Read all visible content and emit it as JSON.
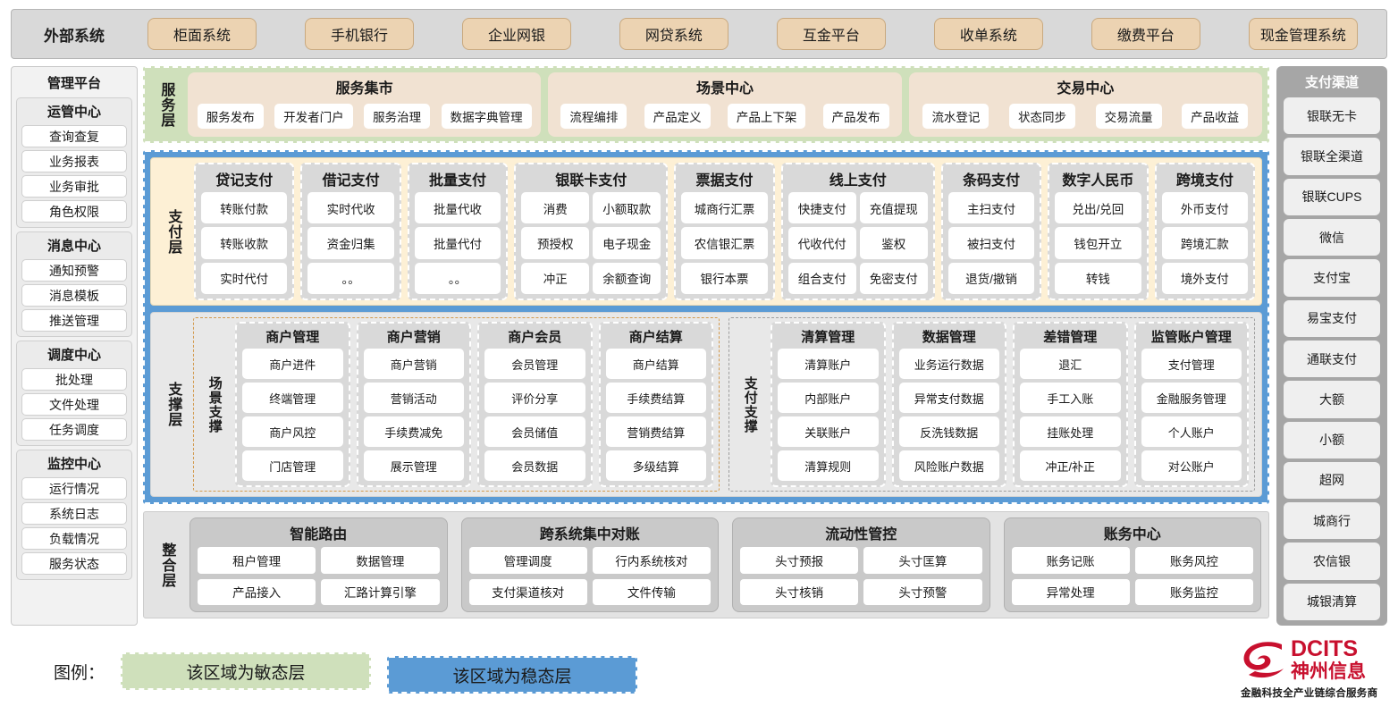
{
  "external_systems": {
    "title": "外部系统",
    "items": [
      "柜面系统",
      "手机银行",
      "企业网银",
      "网贷系统",
      "互金平台",
      "收单系统",
      "缴费平台",
      "现金管理系统"
    ]
  },
  "management_platform": {
    "title": "管理平台",
    "groups": [
      {
        "title": "运管中心",
        "items": [
          "查询查复",
          "业务报表",
          "业务审批",
          "角色权限"
        ]
      },
      {
        "title": "消息中心",
        "items": [
          "通知预警",
          "消息模板",
          "推送管理"
        ]
      },
      {
        "title": "调度中心",
        "items": [
          "批处理",
          "文件处理",
          "任务调度"
        ]
      },
      {
        "title": "监控中心",
        "items": [
          "运行情况",
          "系统日志",
          "负载情况",
          "服务状态"
        ]
      }
    ]
  },
  "service_layer": {
    "label": "服务层",
    "cards": [
      {
        "title": "服务集市",
        "items": [
          "服务发布",
          "开发者门户",
          "服务治理",
          "数据字典管理"
        ]
      },
      {
        "title": "场景中心",
        "items": [
          "流程编排",
          "产品定义",
          "产品上下架",
          "产品发布"
        ]
      },
      {
        "title": "交易中心",
        "items": [
          "流水登记",
          "状态同步",
          "交易流量",
          "产品收益"
        ]
      }
    ]
  },
  "payment_layer": {
    "label": "支付层",
    "groups": [
      {
        "title": "贷记支付",
        "cols": 1,
        "items": [
          "转账付款",
          "转账收款",
          "实时代付"
        ]
      },
      {
        "title": "借记支付",
        "cols": 1,
        "items": [
          "实时代收",
          "资金归集",
          "。。"
        ]
      },
      {
        "title": "批量支付",
        "cols": 1,
        "items": [
          "批量代收",
          "批量代付",
          "。。"
        ]
      },
      {
        "title": "银联卡支付",
        "cols": 2,
        "items": [
          "消费",
          "小额取款",
          "预授权",
          "电子现金",
          "冲正",
          "余额查询"
        ]
      },
      {
        "title": "票据支付",
        "cols": 1,
        "items": [
          "城商行汇票",
          "农信银汇票",
          "银行本票"
        ]
      },
      {
        "title": "线上支付",
        "cols": 2,
        "items": [
          "快捷支付",
          "充值提现",
          "代收代付",
          "鉴权",
          "组合支付",
          "免密支付"
        ]
      },
      {
        "title": "条码支付",
        "cols": 1,
        "items": [
          "主扫支付",
          "被扫支付",
          "退货/撤销"
        ]
      },
      {
        "title": "数字人民币",
        "cols": 1,
        "items": [
          "兑出/兑回",
          "钱包开立",
          "转钱"
        ]
      },
      {
        "title": "跨境支付",
        "cols": 1,
        "items": [
          "外币支付",
          "跨境汇款",
          "境外支付"
        ]
      }
    ]
  },
  "support_layer": {
    "label": "支撑层",
    "scene_support": {
      "label": "场景支撑",
      "columns": [
        {
          "title": "商户管理",
          "items": [
            "商户进件",
            "终端管理",
            "商户风控",
            "门店管理"
          ]
        },
        {
          "title": "商户营销",
          "items": [
            "商户营销",
            "营销活动",
            "手续费减免",
            "展示管理"
          ]
        },
        {
          "title": "商户会员",
          "items": [
            "会员管理",
            "评价分享",
            "会员储值",
            "会员数据"
          ]
        },
        {
          "title": "商户结算",
          "items": [
            "商户结算",
            "手续费结算",
            "营销费结算",
            "多级结算"
          ]
        }
      ]
    },
    "payment_support": {
      "label": "支付支撑",
      "columns": [
        {
          "title": "清算管理",
          "items": [
            "清算账户",
            "内部账户",
            "关联账户",
            "清算规则"
          ]
        },
        {
          "title": "数据管理",
          "items": [
            "业务运行数据",
            "异常支付数据",
            "反洗钱数据",
            "风险账户数据"
          ]
        },
        {
          "title": "差错管理",
          "items": [
            "退汇",
            "手工入账",
            "挂账处理",
            "冲正/补正"
          ]
        },
        {
          "title": "监管账户管理",
          "items": [
            "支付管理",
            "金融服务管理",
            "个人账户",
            "对公账户"
          ]
        }
      ]
    }
  },
  "integration_layer": {
    "label": "整合层",
    "cards": [
      {
        "title": "智能路由",
        "items": [
          "租户管理",
          "数据管理",
          "产品接入",
          "汇路计算引擎"
        ]
      },
      {
        "title": "跨系统集中对账",
        "items": [
          "管理调度",
          "行内系统核对",
          "支付渠道核对",
          "文件传输"
        ]
      },
      {
        "title": "流动性管控",
        "items": [
          "头寸预报",
          "头寸匡算",
          "头寸核销",
          "头寸预警"
        ]
      },
      {
        "title": "账务中心",
        "items": [
          "账务记账",
          "账务风控",
          "异常处理",
          "账务监控"
        ]
      }
    ]
  },
  "payment_channels": {
    "title": "支付渠道",
    "items": [
      "银联无卡",
      "银联全渠道",
      "银联CUPS",
      "微信",
      "支付宝",
      "易宝支付",
      "通联支付",
      "大额",
      "小额",
      "超网",
      "城商行",
      "农信银",
      "城银清算"
    ]
  },
  "legend": {
    "label": "图例：",
    "agile": "该区域为敏态层",
    "stable": "该区域为稳态层"
  },
  "logo": {
    "brand": "DCITS",
    "brand_cn": "神州信息",
    "tagline": "金融科技全产业链综合服务商"
  },
  "colors": {
    "agile_green": "#cfe0bb",
    "stable_blue": "#5b9bd5",
    "payment_cream": "#fdf0d5",
    "service_card": "#f1e2d2",
    "ext_chip": "#ecd3b2",
    "brand_red": "#c8102e"
  }
}
